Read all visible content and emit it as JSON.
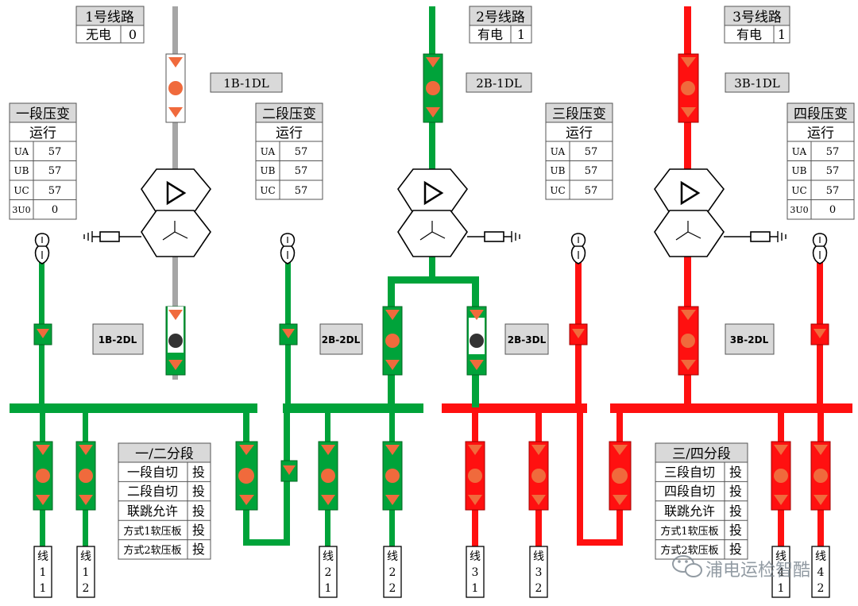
{
  "colors": {
    "green": "#00a33a",
    "red": "#ff1010",
    "gray": "#a6a6a6",
    "breaker_fill": "#f06a3c",
    "label_gray": "#d9d9d9"
  },
  "lines": [
    {
      "name": "1号线路",
      "status": "无电",
      "value": "0"
    },
    {
      "name": "2号线路",
      "status": "有电",
      "value": "1"
    },
    {
      "name": "3号线路",
      "status": "有电",
      "value": "1"
    }
  ],
  "breaker_labels": {
    "b1_1dl": "1B-1DL",
    "b2_1dl": "2B-1DL",
    "b3_1dl": "3B-1DL",
    "b1_2dl": "1B-2DL",
    "b2_2dl": "2B-2DL",
    "b2_3dl": "2B-3DL",
    "b3_2dl": "3B-2DL"
  },
  "transformer_panels": [
    {
      "title": "一段压变",
      "status": "运行",
      "rows": [
        [
          "UA",
          "57"
        ],
        [
          "UB",
          "57"
        ],
        [
          "UC",
          "57"
        ],
        [
          "3U0",
          "0"
        ]
      ]
    },
    {
      "title": "二段压变",
      "status": "运行",
      "rows": [
        [
          "UA",
          "57"
        ],
        [
          "UB",
          "57"
        ],
        [
          "UC",
          "57"
        ]
      ]
    },
    {
      "title": "三段压变",
      "status": "运行",
      "rows": [
        [
          "UA",
          "57"
        ],
        [
          "UB",
          "57"
        ],
        [
          "UC",
          "57"
        ]
      ]
    },
    {
      "title": "四段压变",
      "status": "运行",
      "rows": [
        [
          "UA",
          "57"
        ],
        [
          "UB",
          "57"
        ],
        [
          "UC",
          "57"
        ],
        [
          "3U0",
          "0"
        ]
      ]
    }
  ],
  "section_panels": [
    {
      "title": "一/二分段",
      "rows": [
        [
          "一段自切",
          "投"
        ],
        [
          "二段自切",
          "投"
        ],
        [
          "联跳允许",
          "投"
        ],
        [
          "方式1软压板",
          "投"
        ],
        [
          "方式2软压板",
          "投"
        ]
      ]
    },
    {
      "title": "三/四分段",
      "rows": [
        [
          "三段自切",
          "投"
        ],
        [
          "四段自切",
          "投"
        ],
        [
          "联跳允许",
          "投"
        ],
        [
          "方式1软压板",
          "投"
        ],
        [
          "方式2软压板",
          "投"
        ]
      ]
    }
  ],
  "feeders": [
    {
      "chars": [
        "线",
        "1",
        "1"
      ]
    },
    {
      "chars": [
        "线",
        "1",
        "2"
      ]
    },
    {
      "chars": [
        "线",
        "2",
        "1"
      ]
    },
    {
      "chars": [
        "线",
        "2",
        "2"
      ]
    },
    {
      "chars": [
        "线",
        "3",
        "1"
      ]
    },
    {
      "chars": [
        "线",
        "3",
        "2"
      ]
    },
    {
      "chars": [
        "线",
        "4",
        "1"
      ]
    },
    {
      "chars": [
        "线",
        "4",
        "2"
      ]
    }
  ],
  "watermark": "浦电运检智酷"
}
